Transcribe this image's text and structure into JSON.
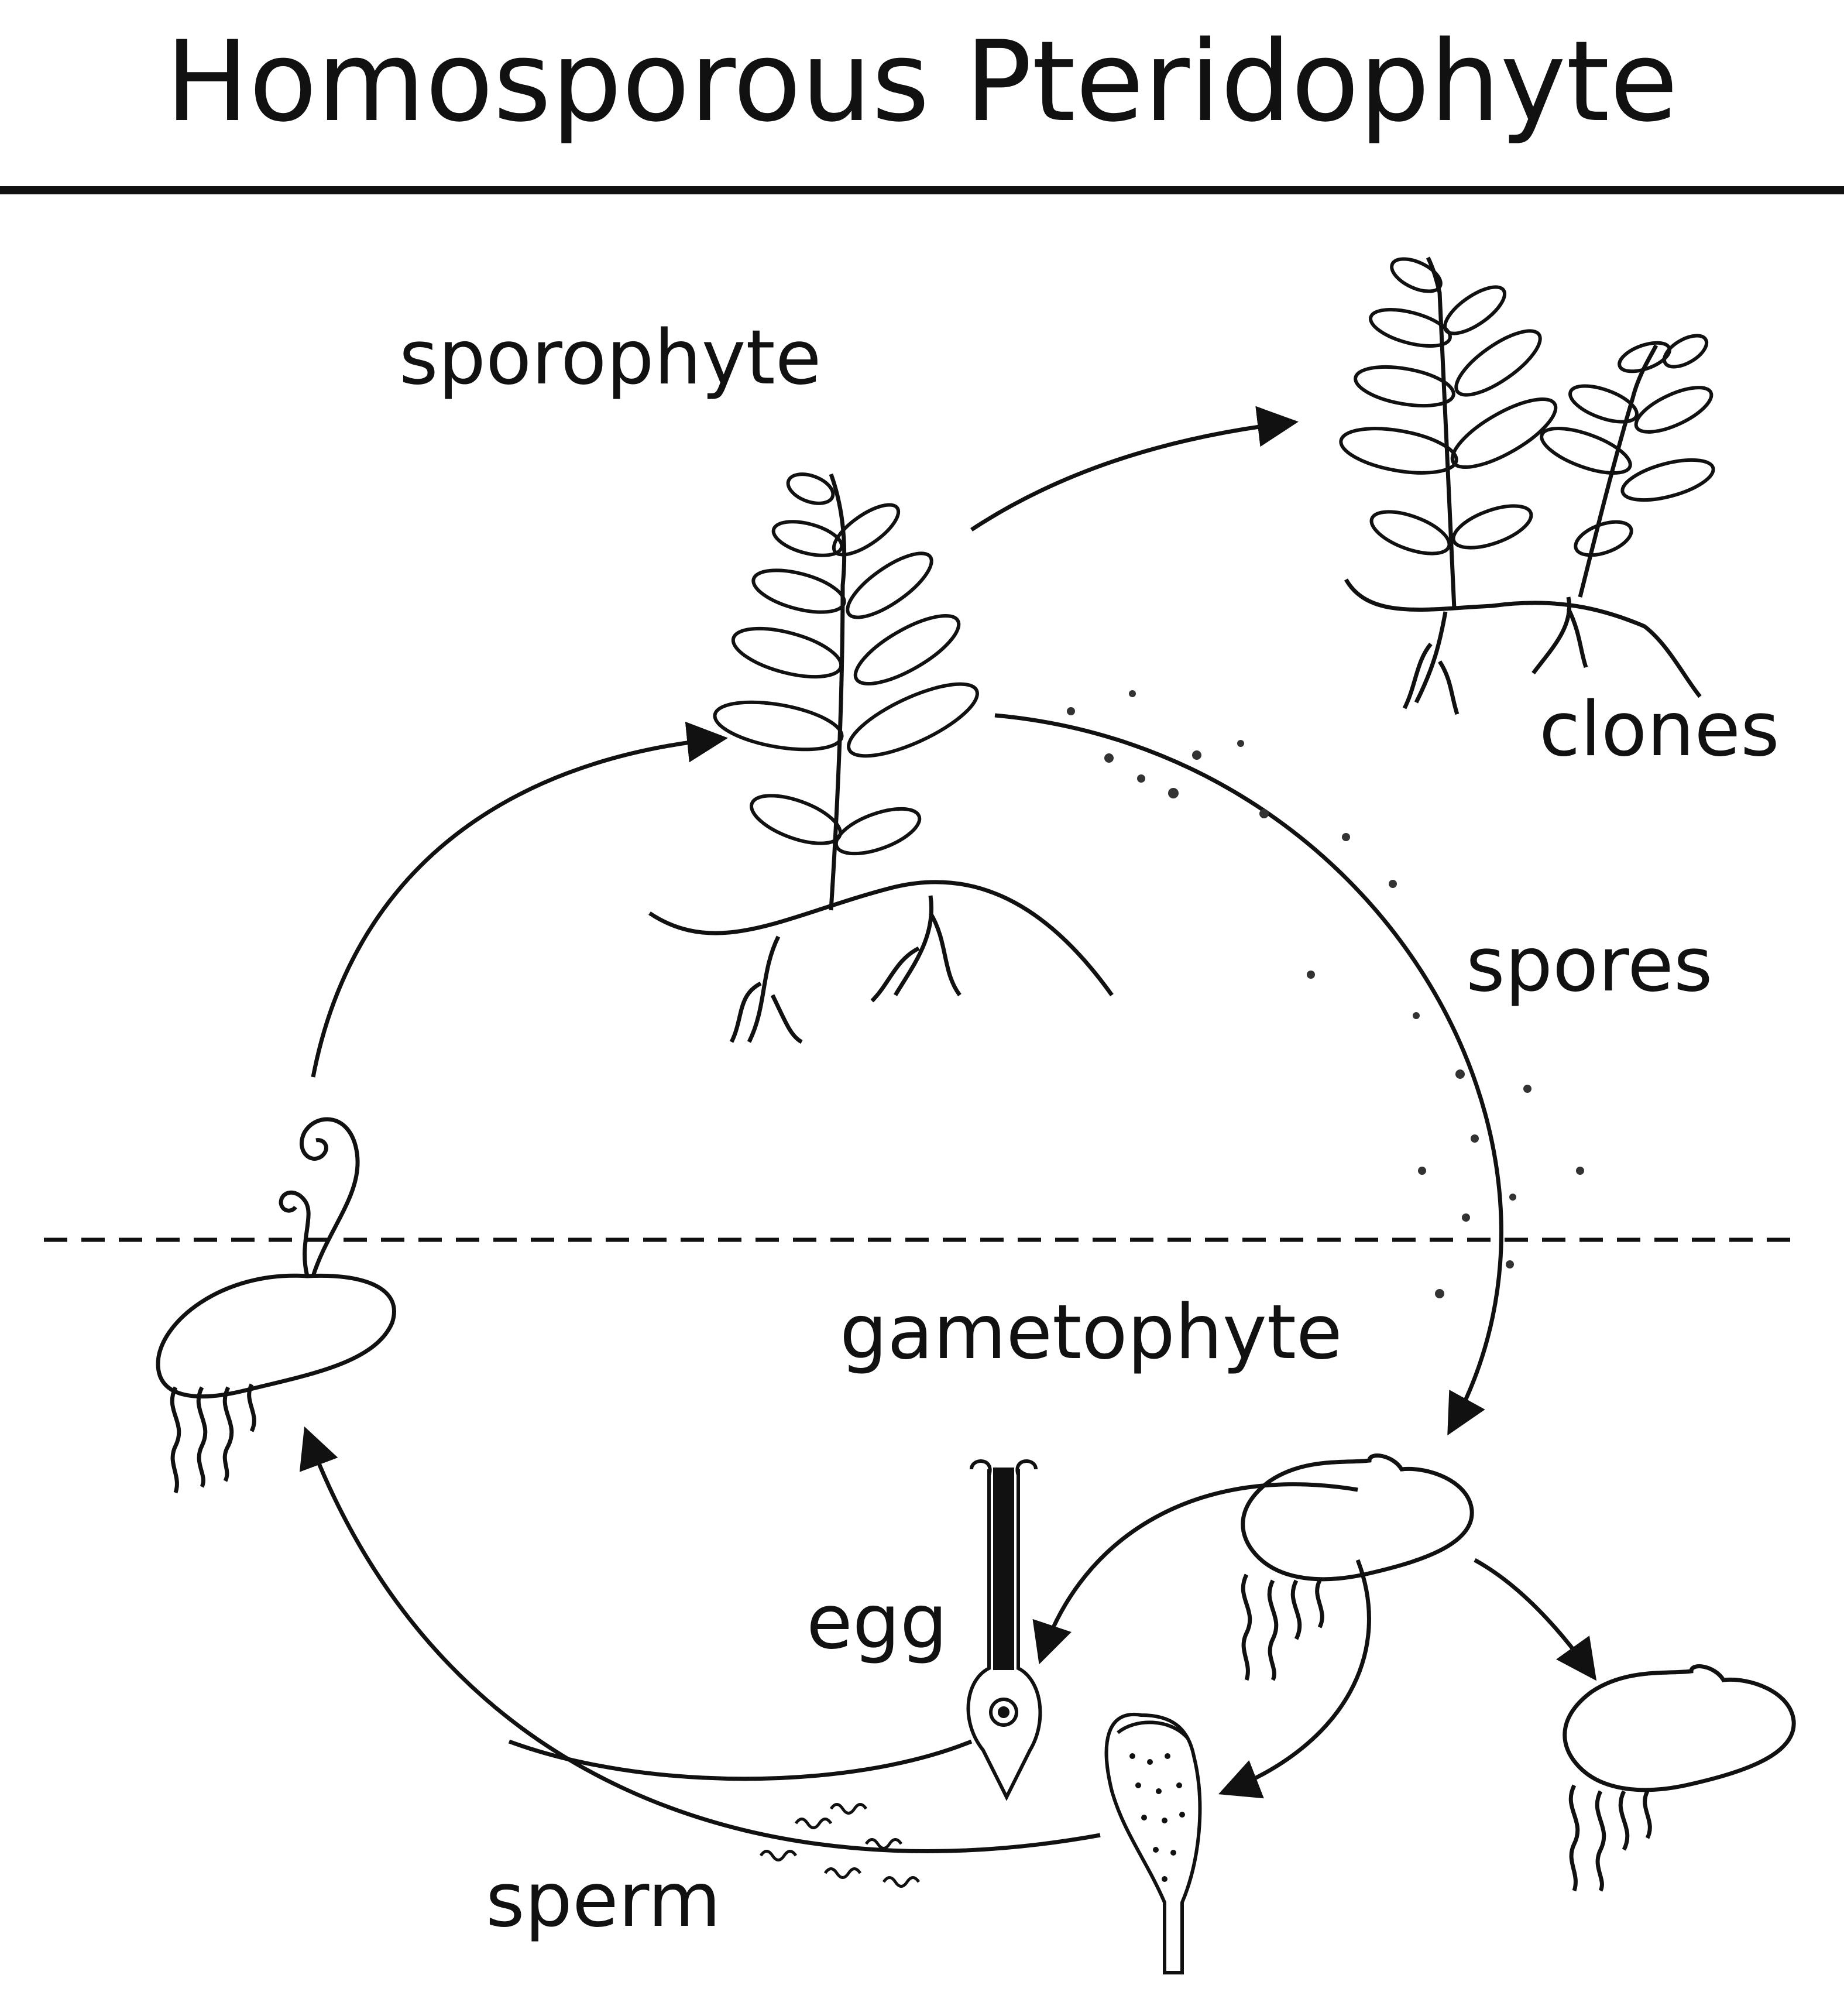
{
  "title": "Homosporous Pteridophyte",
  "labels": {
    "sporophyte": "sporophyte",
    "clones": "clones",
    "spores": "spores",
    "gametophyte": "gametophyte",
    "egg": "egg",
    "sperm": "sperm"
  },
  "colors": {
    "ink": "#111111",
    "background": "#ffffff"
  }
}
